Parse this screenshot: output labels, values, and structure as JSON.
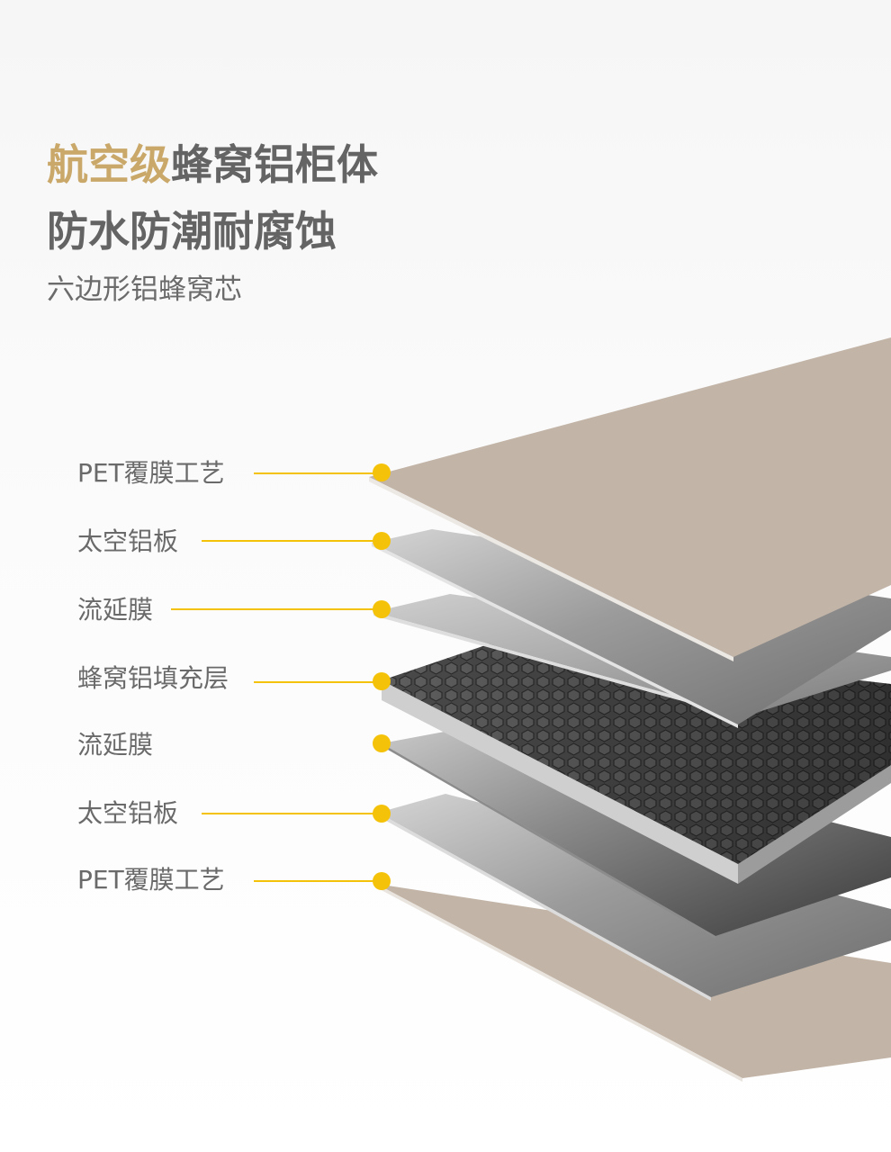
{
  "headline": {
    "accent": "航空级",
    "rest": "蜂窝铝柜体",
    "line2": "防水防潮耐腐蚀"
  },
  "subline": "六边形铝蜂窝芯",
  "layers": [
    {
      "label": "PET覆膜工艺"
    },
    {
      "label": "太空铝板"
    },
    {
      "label": "流延膜"
    },
    {
      "label": "蜂窝铝填充层"
    },
    {
      "label": "流延膜"
    },
    {
      "label": "太空铝板"
    },
    {
      "label": "PET覆膜工艺"
    }
  ],
  "colors": {
    "accent_gold": "#c9a869",
    "leader_yellow": "#f5c20a",
    "pet_film": "#c2b4a7",
    "aluminum": "#9a9a9a",
    "honeycomb": "#3e3e3e"
  }
}
